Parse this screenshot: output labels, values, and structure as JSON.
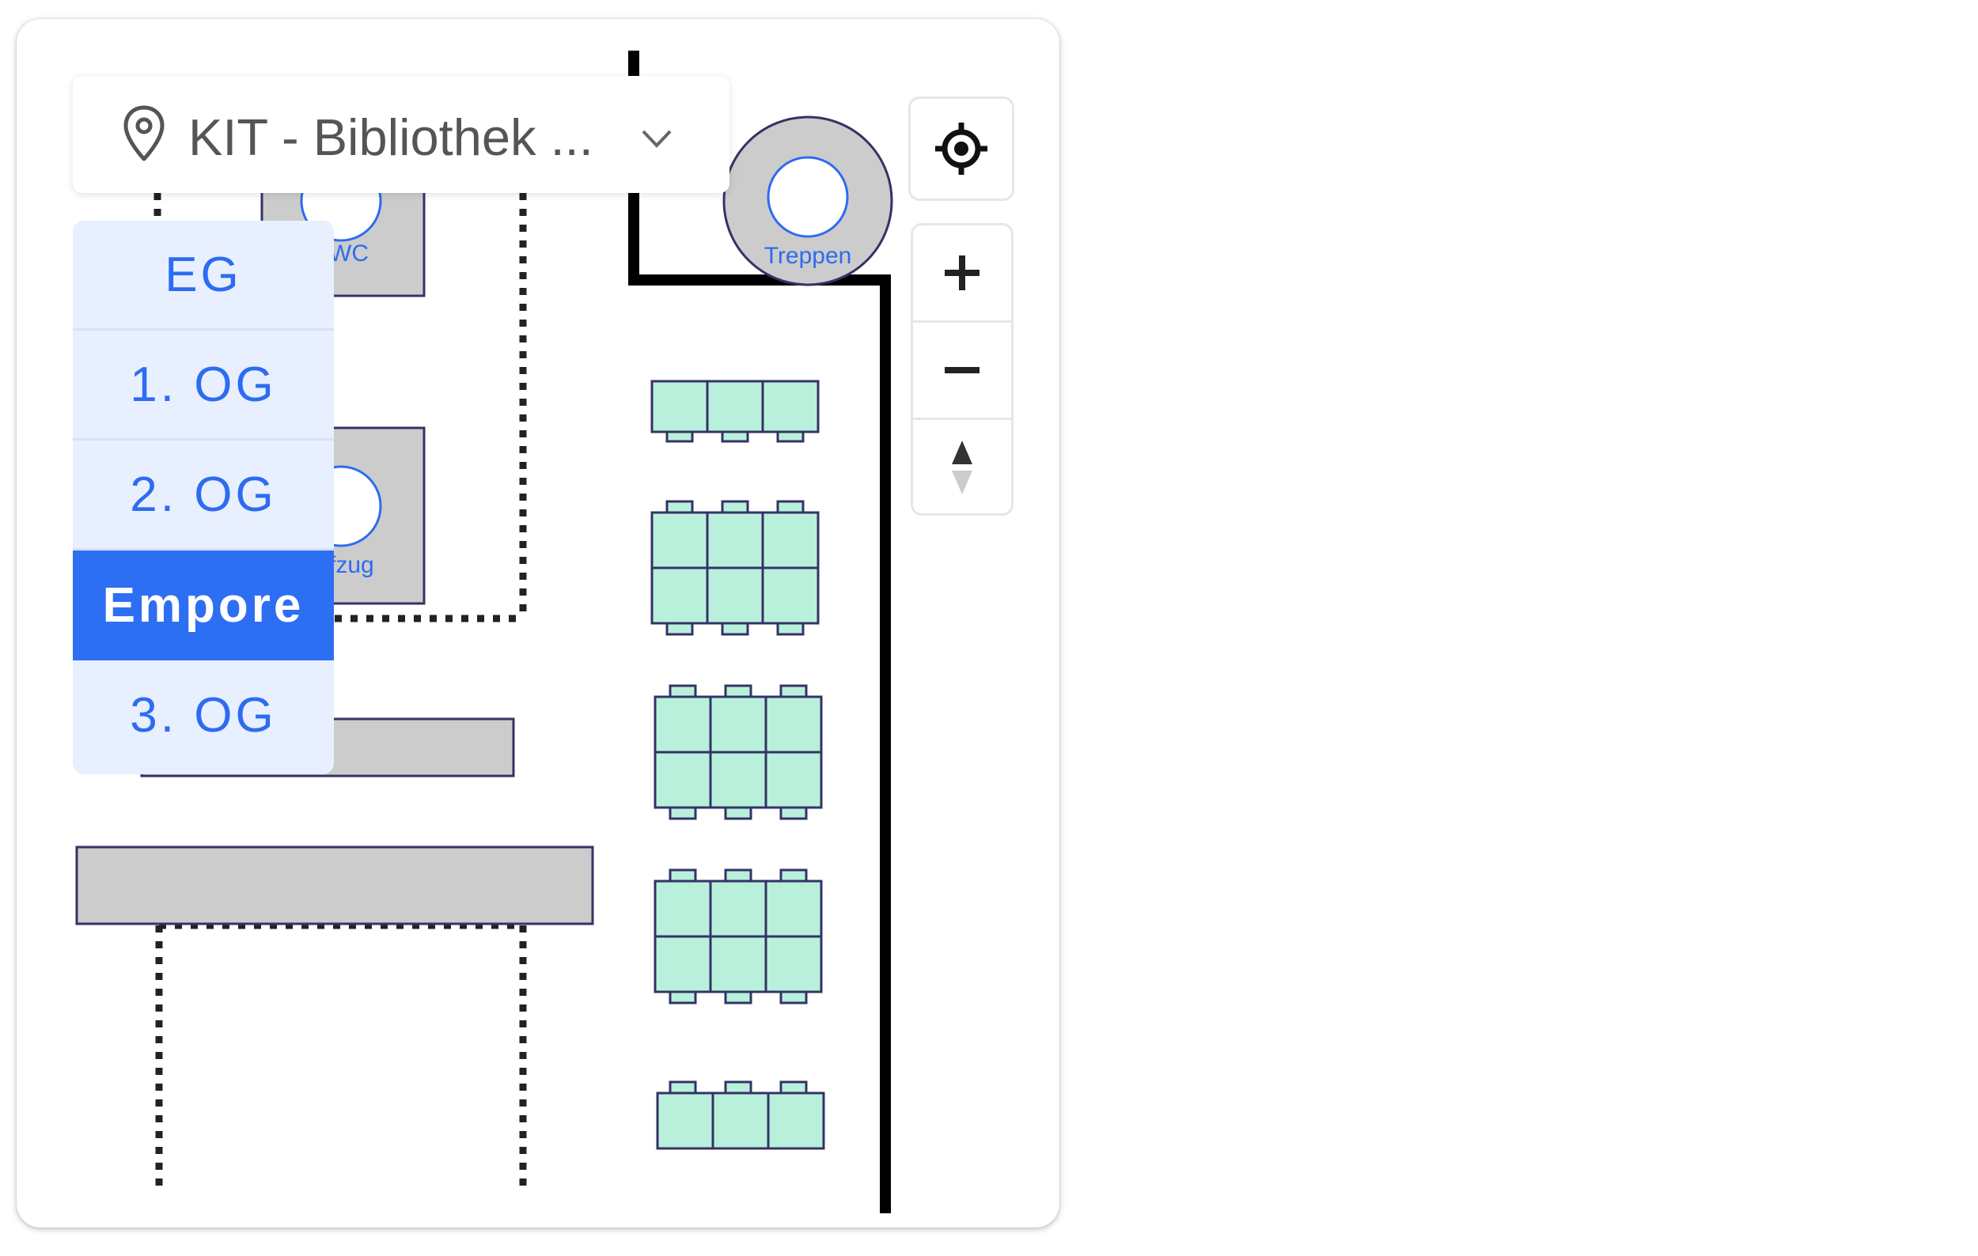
{
  "location_selector": {
    "label": "KIT - Bibliothek ...",
    "pin_icon": "map-pin-icon",
    "chevron_icon": "chevron-down-icon"
  },
  "floors": {
    "items": [
      "EG",
      "1. OG",
      "2. OG",
      "Empore",
      "3. OG"
    ],
    "selected": "Empore"
  },
  "map_labels": {
    "wc": "WC",
    "elevator": "Aufzug",
    "stairs": "Treppen"
  },
  "map_controls": {
    "locate_icon": "locate-crosshair-icon",
    "zoom_in_icon": "plus-icon",
    "zoom_out_icon": "minus-icon",
    "compass_icon": "compass-north-icon"
  },
  "colors": {
    "accent": "#2d6ff2",
    "floor_text": "#2d6cf0",
    "floor_list_bg": "#e8efff",
    "desk_fill": "#b9f0dc",
    "room_fill": "#cccccc",
    "outline": "#333366"
  }
}
